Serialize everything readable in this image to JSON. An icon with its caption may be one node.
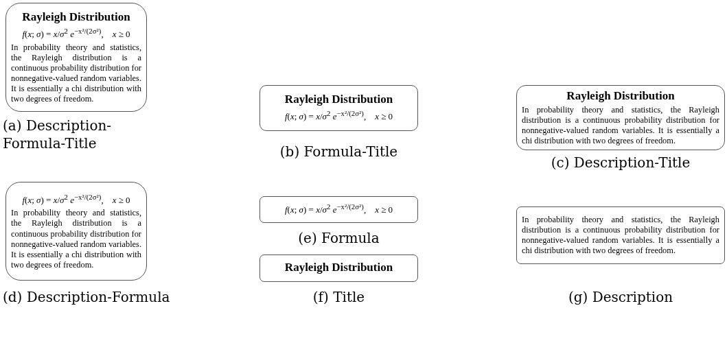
{
  "diagram": {
    "nodes": [
      {
        "text": [
          "Rayleigh Distribution",
          "*f*(*x*; *σ*) = *x*/*σ*$^{2}$ *e*$^{−x²/(2σ²)}$,    *x* ≥ 0",
          "In probability theory and statistics, the Rayleigh distribution is a continuous probability distribution for nonnegative-valued random variables. It is essentially a chi distribution with two degrees of freedom."
        ],
        "beside": [
          "(a) Description-Formula-Title"
        ]
      },
      {
        "text": [
          "Rayleigh Distribution",
          "*f*(*x*; *σ*) = *x*/*σ*$^{2}$ *e*$^{−x²/(2σ²)}$,    *x* ≥ 0"
        ],
        "beside": [
          "(b) Formula-Title"
        ]
      },
      {
        "text": [
          "Rayleigh Distribution",
          "In probability theory and statistics, the Rayleigh distribution is a continuous probability distribution for nonnegative-valued random variables. It is essentially a chi distribution with two degrees of freedom."
        ],
        "beside": [
          "(c) Description-Title"
        ]
      },
      {
        "text": [
          "*f*(*x*; *σ*) = *x*/*σ*$^{2}$ *e*$^{−x²/(2σ²)}$,    *x* ≥ 0",
          "In probability theory and statistics, the Rayleigh distribution is a continuous probability distribution for nonnegative-valued random variables. It is essentially a chi distribution with two degrees of freedom."
        ],
        "beside": [
          "(d) Description-Formula"
        ]
      },
      {
        "text": [
          "*f*(*x*; *σ*) = *x*/*σ*$^{2}$ *e*$^{−x²/(2σ²)}$,    *x* ≥ 0"
        ],
        "beside": [
          "(e) Formula"
        ]
      },
      {
        "text": [
          "Rayleigh Distribution"
        ],
        "beside": [
          "(f) Title"
        ]
      },
      {
        "text": [
          "In probability theory and statistics, the Rayleigh distribution is a continuous probability distribution for nonnegative-valued random variables. It is essentially a chi distribution with two degrees of freedom."
        ],
        "beside": [
          "(g) Description"
        ]
      }
    ]
  }
}
